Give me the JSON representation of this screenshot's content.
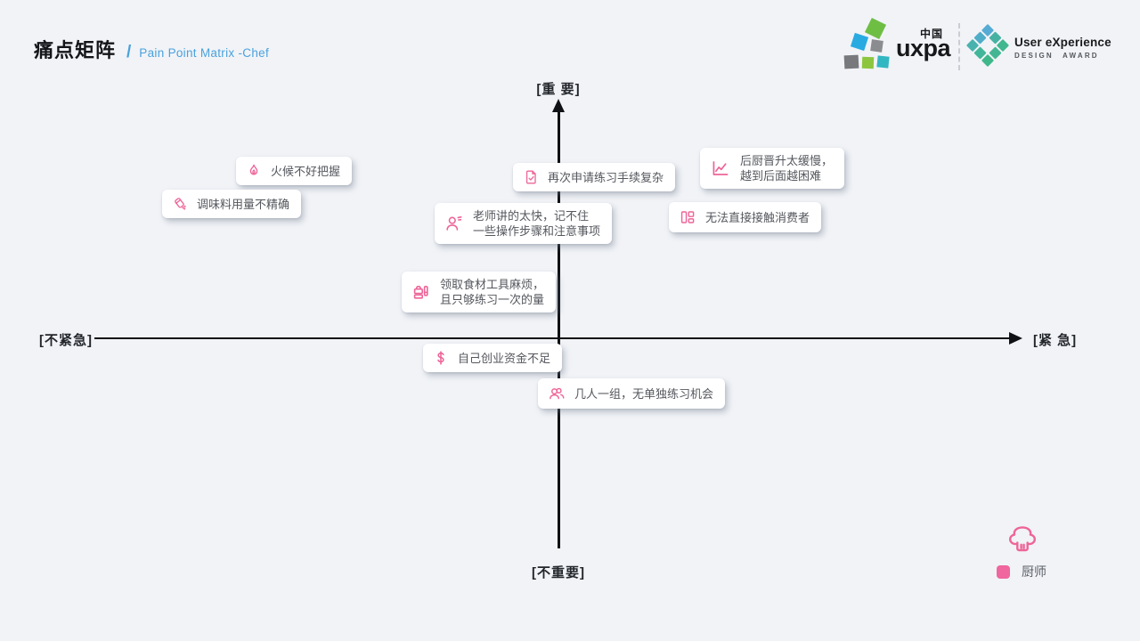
{
  "header": {
    "title_zh": "痛点矩阵",
    "divider": "/",
    "title_en": "Pain Point Matrix -Chef"
  },
  "logos": {
    "uxpa": {
      "wordmark": "uxpa",
      "country": "中国"
    },
    "award": {
      "line1": "User eXperience",
      "line2": "DESIGN AWARD"
    }
  },
  "axes": {
    "top": "[重 要]",
    "bottom": "[不重要]",
    "left": "[不紧急]",
    "right": "[紧 急]"
  },
  "cards": [
    {
      "icon": "flame-icon",
      "lines": [
        "火候不好把握"
      ]
    },
    {
      "icon": "seasoning-shaker-icon",
      "lines": [
        "调味料用量不精确"
      ]
    },
    {
      "icon": "document-check-icon",
      "lines": [
        "再次申请练习手续复杂"
      ]
    },
    {
      "icon": "teacher-speaking-icon",
      "lines": [
        "老师讲的太快，记不住",
        "一些操作步骤和注意事项"
      ]
    },
    {
      "icon": "line-chart-icon",
      "lines": [
        "后厨晋升太缓慢，",
        "越到后面越困难"
      ]
    },
    {
      "icon": "layout-grid-icon",
      "lines": [
        "无法直接接触消费者"
      ]
    },
    {
      "icon": "ingredients-tools-icon",
      "lines": [
        "领取食材工具麻烦，",
        "且只够练习一次的量"
      ]
    },
    {
      "icon": "dollar-icon",
      "lines": [
        "自己创业资金不足"
      ]
    },
    {
      "icon": "group-people-icon",
      "lines": [
        "几人一组，无单独练习机会"
      ]
    }
  ],
  "legend": {
    "icon": "chef-hat-icon",
    "label": "厨师",
    "swatch_color": "#F0669E"
  },
  "colors": {
    "accent_pink": "#EE6598",
    "title_blue": "#4AA2DC",
    "axis_dark": "#101114",
    "background": "#F1F3F7"
  }
}
